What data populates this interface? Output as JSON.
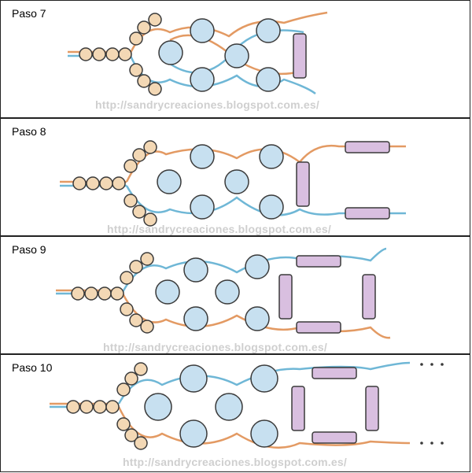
{
  "panels": [
    {
      "title": "Paso 7",
      "watermark": "http://sandrycreaciones.blogspot.com.es/"
    },
    {
      "title": "Paso 8",
      "watermark": "http://sandrycreaciones.blogspot.com.es/"
    },
    {
      "title": "Paso 9",
      "watermark": "http://sandrycreaciones.blogspot.com.es/"
    },
    {
      "title": "Paso 10",
      "watermark": "http://sandrycreaciones.blogspot.com.es/"
    }
  ],
  "colors": {
    "thread_orange": "#e39a63",
    "thread_blue": "#6fb7d6",
    "bead_small": "#f3d8b5",
    "bead_large": "#c7e0f0",
    "tube": "#d9bfe0",
    "outline": "#3a3a3a"
  }
}
